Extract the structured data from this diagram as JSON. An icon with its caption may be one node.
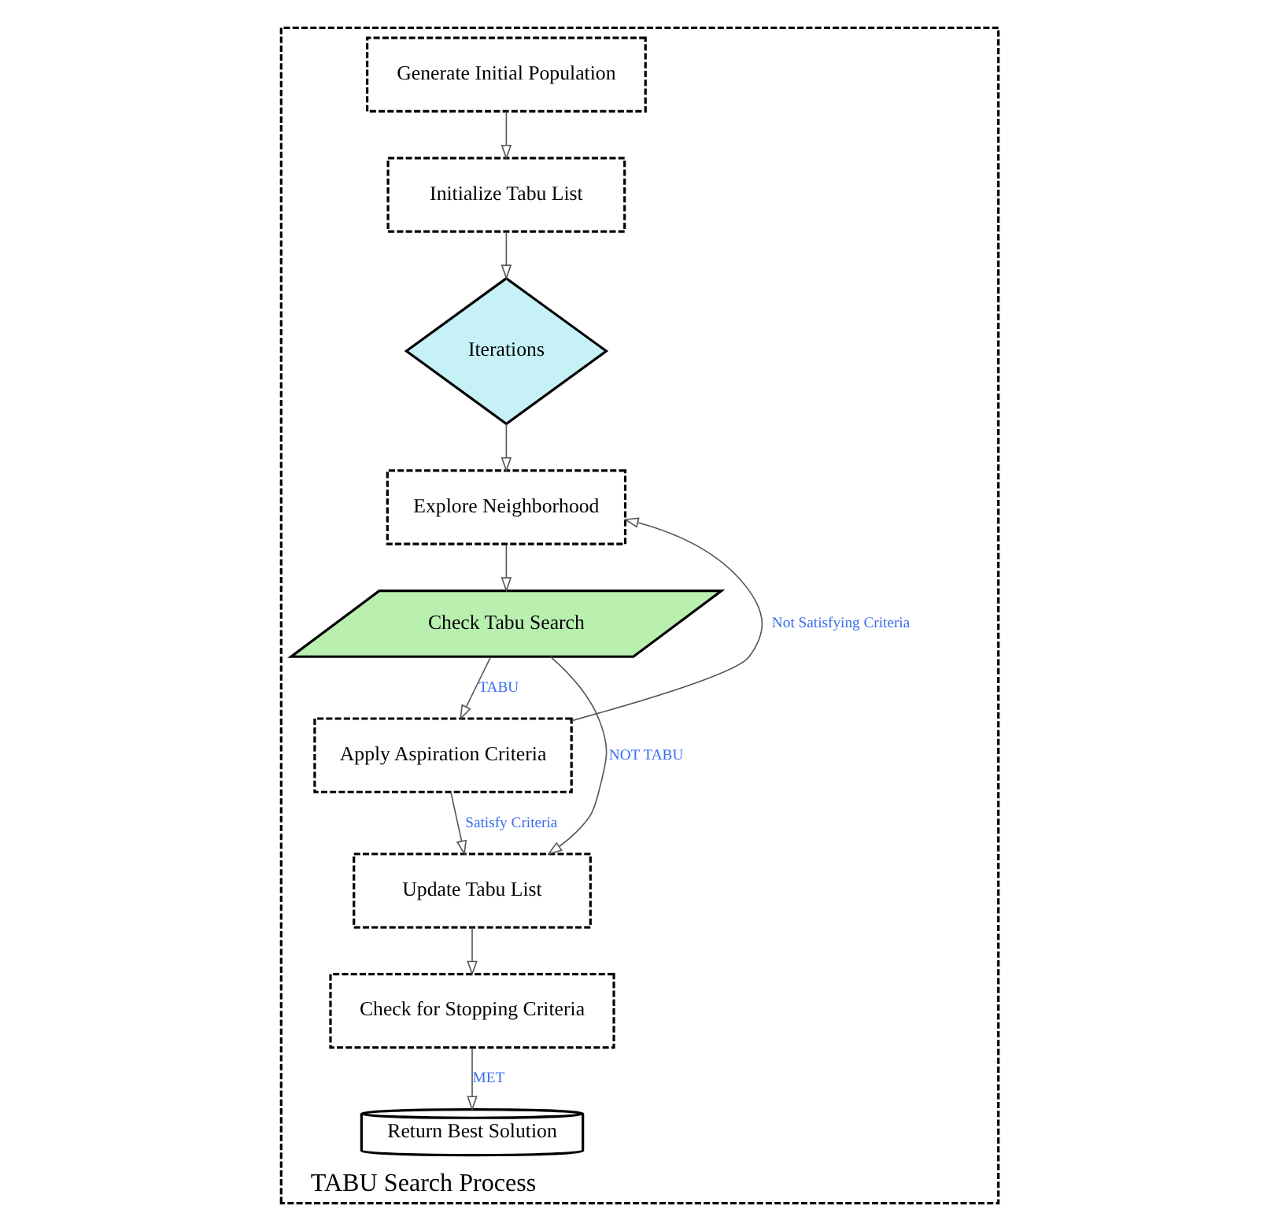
{
  "diagram": {
    "nodes": [
      {
        "text": [
          "TABU Search Process"
        ]
      },
      {
        "text": [
          "Generate Initial Population"
        ],
        "in": 0
      },
      {
        "text": [
          "Initialize Tabu List"
        ],
        "in": 0
      },
      {
        "text": [
          "Iterations"
        ],
        "in": 0
      },
      {
        "text": [
          "Explore Neighborhood"
        ],
        "in": 0
      },
      {
        "text": [
          "Check Tabu Search"
        ],
        "in": 0
      },
      {
        "text": [
          "Apply Aspiration Criteria"
        ],
        "in": 0
      },
      {
        "text": [
          "Update Tabu List"
        ],
        "in": 0
      },
      {
        "text": [
          "Check for Stopping Criteria"
        ],
        "in": 0
      },
      {
        "text": [
          "Return Best Solution"
        ],
        "in": 0
      }
    ],
    "edges": [
      {
        "from": 1,
        "to": 2,
        "arrow": "to"
      },
      {
        "from": 2,
        "to": 3,
        "arrow": "to"
      },
      {
        "from": 3,
        "to": 4,
        "arrow": "to"
      },
      {
        "from": 4,
        "to": 5,
        "arrow": "to"
      },
      {
        "from": 5,
        "to": 6,
        "arrow": "to",
        "label": "TABU"
      },
      {
        "from": 5,
        "to": 7,
        "arrow": "to",
        "label": "NOT TABU"
      },
      {
        "from": 6,
        "to": 7,
        "arrow": "to",
        "label": "Satisfy Criteria"
      },
      {
        "from": 6,
        "to": 4,
        "arrow": "to",
        "label": "Not Satisfying Criteria"
      },
      {
        "from": 7,
        "to": 8,
        "arrow": "to"
      },
      {
        "from": 8,
        "to": 9,
        "arrow": "to",
        "label": "MET"
      }
    ]
  }
}
